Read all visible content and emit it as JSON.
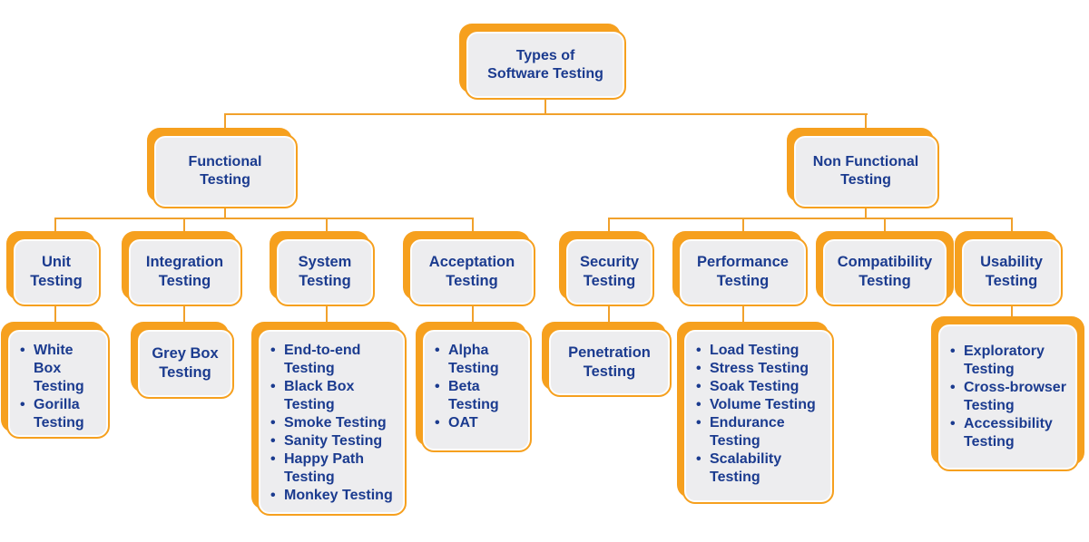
{
  "diagram": {
    "title": "Types of Software Testing tree diagram",
    "colors": {
      "accent_orange": "#F6A01E",
      "connector_orange": "#F1A12C",
      "text_blue": "#1B3B8F",
      "box_fill": "#EDEDEF",
      "background": "#FFFFFF"
    },
    "root": {
      "label": "Types of\nSoftware Testing"
    },
    "level1": {
      "functional": {
        "label": "Functional\nTesting"
      },
      "non_functional": {
        "label": "Non Functional\nTesting"
      }
    },
    "level2": {
      "unit": {
        "label": "Unit\nTesting"
      },
      "integration": {
        "label": "Integration\nTesting"
      },
      "system": {
        "label": "System\nTesting"
      },
      "acceptation": {
        "label": "Acceptation\nTesting"
      },
      "security": {
        "label": "Security\nTesting"
      },
      "performance": {
        "label": "Performance\nTesting"
      },
      "compatibility": {
        "label": "Compatibility\nTesting"
      },
      "usability": {
        "label": "Usability\nTesting"
      }
    },
    "leaves": {
      "grey_box": {
        "label": "Grey Box\nTesting"
      },
      "penetration": {
        "label": "Penetration\nTesting"
      },
      "unit_list": {
        "items": [
          "White Box\nTesting",
          "Gorilla\nTesting"
        ]
      },
      "system_list": {
        "items": [
          "End-to-end\nTesting",
          "Black Box\nTesting",
          "Smoke Testing",
          "Sanity Testing",
          "Happy Path\nTesting",
          "Monkey Testing"
        ]
      },
      "acceptation_list": {
        "items": [
          "Alpha\nTesting",
          "Beta\nTesting",
          "OAT"
        ]
      },
      "performance_list": {
        "items": [
          "Load Testing",
          "Stress Testing",
          "Soak Testing",
          "Volume Testing",
          "Endurance\nTesting",
          "Scalability\nTesting"
        ]
      },
      "usability_list": {
        "items": [
          "Exploratory\nTesting",
          "Cross-browser\nTesting",
          "Accessibility\nTesting"
        ]
      }
    }
  }
}
